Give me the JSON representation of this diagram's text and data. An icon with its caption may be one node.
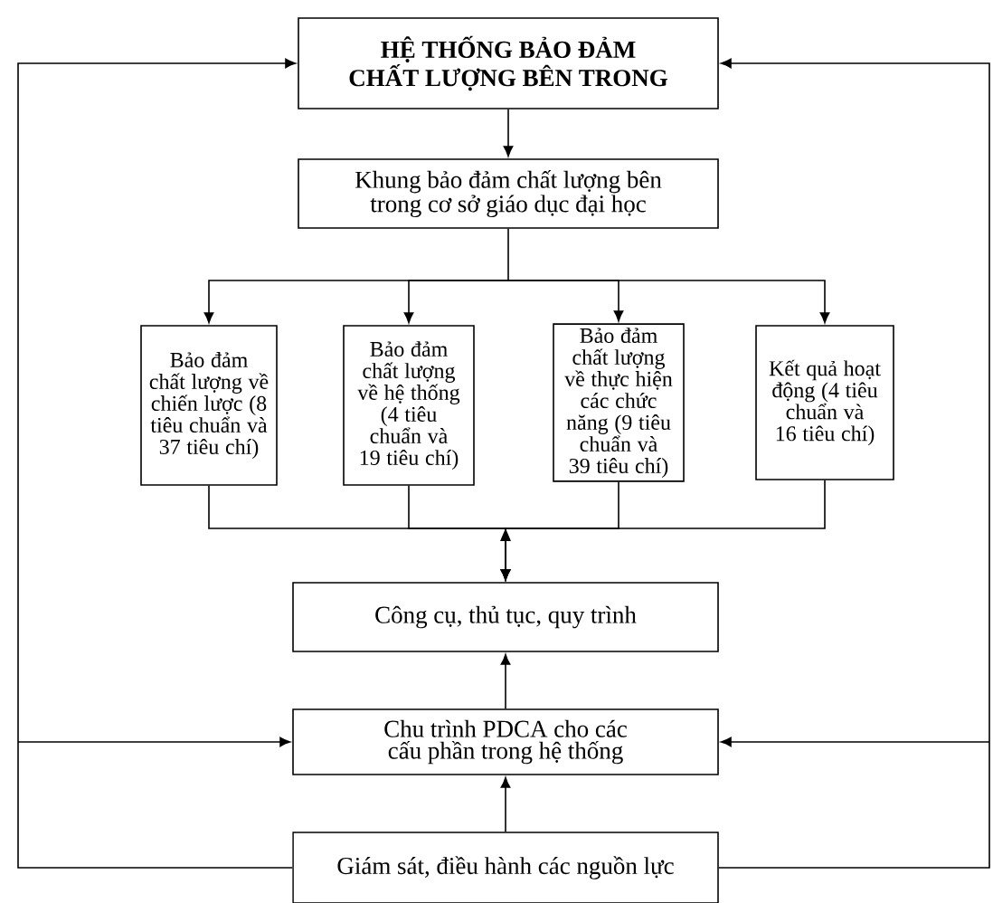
{
  "diagram": {
    "nodes": [
      {
        "text": [
          "HỆ THỐNG BẢO ĐẢM CHẤT LƯỢNG BÊN TRONG"
        ]
      },
      {
        "text": [
          "Khung bảo đảm chất lượng bên trong cơ sở giáo dục đại học"
        ]
      },
      {
        "text": [
          "Bảo đảm chất lượng về chiến lược (8 tiêu chuẩn và 37 tiêu chí)"
        ]
      },
      {
        "text": [
          "Bảo đảm chất lượng về hệ thống (4 tiêu chuẩn và 19 tiêu chí)"
        ]
      },
      {
        "text": [
          "Bảo đảm chất lượng về thực hiện các chức năng (9 tiêu chuẩn và 39 tiêu chí)"
        ]
      },
      {
        "text": [
          "Kết quả hoạt động (4 tiêu chuẩn và 16 tiêu chí)"
        ]
      },
      {
        "text": [
          "Công cụ, thủ tục, quy trình"
        ]
      },
      {
        "text": [
          "Chu trình PDCA cho các cấu phần trong hệ thống"
        ]
      },
      {
        "text": [
          "Giám sát, điều hành các nguồn lực"
        ]
      }
    ],
    "edges": [
      {
        "from": 0,
        "to": 1,
        "arrow": "to"
      },
      {
        "from": 1,
        "to": 2,
        "arrow": "to"
      },
      {
        "from": 1,
        "to": 3,
        "arrow": "to"
      },
      {
        "from": 1,
        "to": 4,
        "arrow": "to"
      },
      {
        "from": 1,
        "to": 5,
        "arrow": "to"
      },
      {
        "from": 2,
        "to": 6,
        "arrow": "to"
      },
      {
        "from": 3,
        "to": 6,
        "arrow": "to"
      },
      {
        "from": 4,
        "to": 6,
        "arrow": "to"
      },
      {
        "from": 5,
        "to": 6,
        "arrow": "to"
      },
      {
        "from": 7,
        "to": 6,
        "arrow": "to"
      },
      {
        "from": 8,
        "to": 7,
        "arrow": "to"
      },
      {
        "from": 8,
        "to": 0,
        "arrow": "to"
      },
      {
        "from": 8,
        "to": 7,
        "arrow": "to"
      },
      {
        "from": 8,
        "to": 0,
        "arrow": "to"
      },
      {
        "from": 8,
        "to": 7,
        "arrow": "to"
      }
    ]
  }
}
